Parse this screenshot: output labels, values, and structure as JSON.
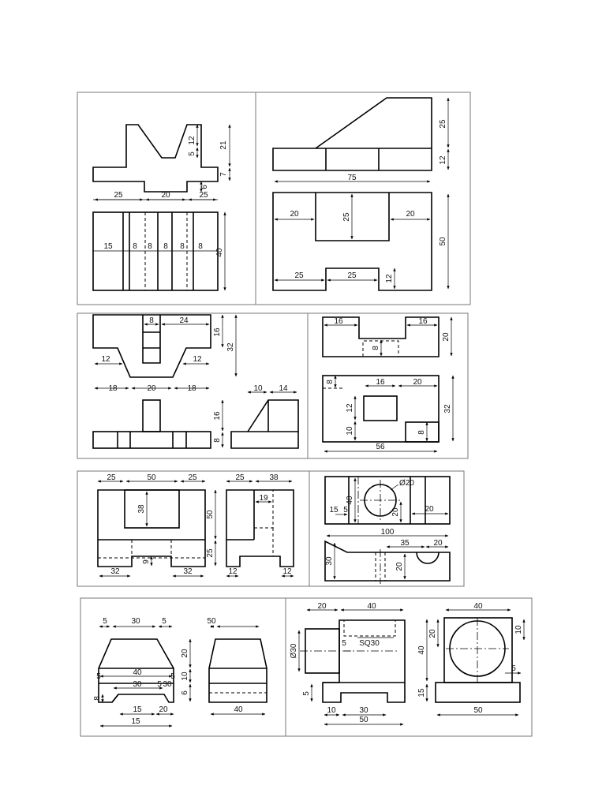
{
  "sheet": {
    "p1_left": [
      "25",
      "20",
      "25",
      "12",
      "5",
      "21",
      "7",
      "6",
      "15",
      "8",
      "8",
      "8",
      "8",
      "8",
      "40"
    ],
    "p1_right": [
      "75",
      "25",
      "12",
      "20",
      "25",
      "20",
      "50",
      "25",
      "25",
      "12"
    ],
    "p2_left": [
      "8",
      "24",
      "16",
      "32",
      "12",
      "12",
      "18",
      "20",
      "18",
      "16",
      "8",
      "10",
      "14"
    ],
    "p2_right": [
      "16",
      "16",
      "20",
      "8",
      "8",
      "16",
      "20",
      "12",
      "10",
      "32",
      "8",
      "56"
    ],
    "p3_left": [
      "25",
      "50",
      "25",
      "25",
      "38",
      "38",
      "50",
      "19",
      "25",
      "9",
      "32",
      "32",
      "12",
      "12"
    ],
    "p3_right": [
      "Ø20",
      "15",
      "5",
      "40",
      "20",
      "20",
      "100",
      "35",
      "20",
      "30",
      "20"
    ],
    "p4_left": [
      "5",
      "30",
      "5",
      "20",
      "5",
      "30",
      "5",
      "40",
      "5",
      "30",
      "10",
      "8",
      "6",
      "15",
      "20",
      "15",
      "50",
      "40"
    ],
    "p4_right": [
      "20",
      "40",
      "Ø30",
      "5",
      "SQ30",
      "5",
      "10",
      "30",
      "50",
      "40",
      "20",
      "40",
      "10",
      "5",
      "15",
      "50"
    ]
  }
}
